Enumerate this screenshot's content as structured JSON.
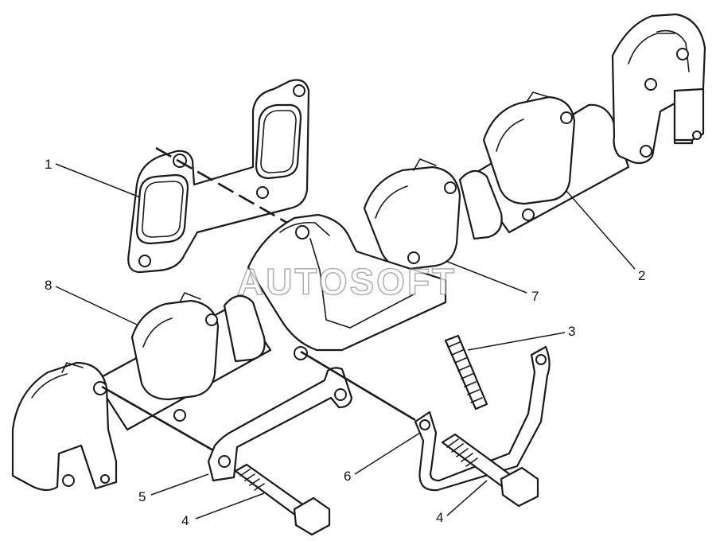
{
  "watermark": "AUTOSOFT",
  "callouts": [
    {
      "id": "c1",
      "label": "1"
    },
    {
      "id": "c2",
      "label": "2"
    },
    {
      "id": "c3",
      "label": "3"
    },
    {
      "id": "c4a",
      "label": "4"
    },
    {
      "id": "c4b",
      "label": "4"
    },
    {
      "id": "c5",
      "label": "5"
    },
    {
      "id": "c6",
      "label": "6"
    },
    {
      "id": "c7",
      "label": "7"
    },
    {
      "id": "c8",
      "label": "8"
    }
  ],
  "colors": {
    "line": "#1a1a1a",
    "background": "#ffffff",
    "watermark_outline": "#9a9a9a"
  }
}
